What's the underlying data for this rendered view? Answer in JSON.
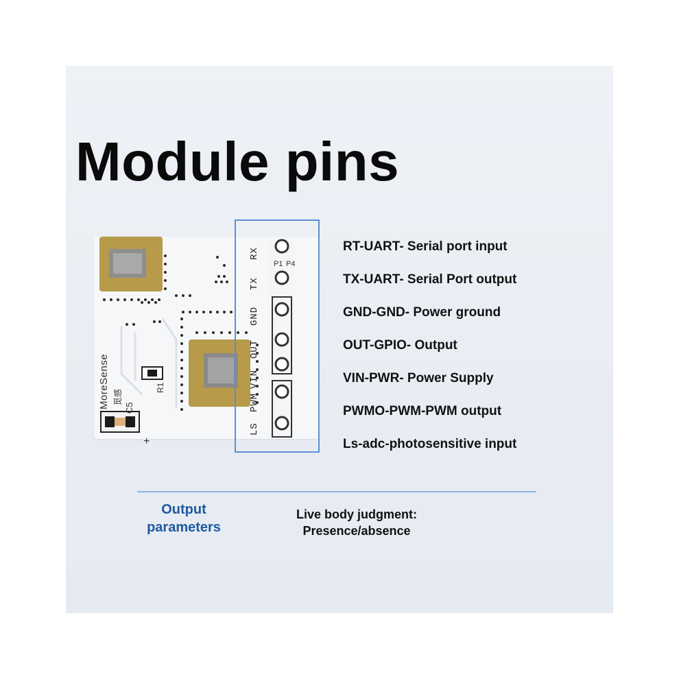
{
  "title": "Module pins",
  "board": {
    "brand": "MoreSense",
    "brand_cn": "觅感",
    "ref_c5": "C5",
    "ref_r1": "R1",
    "ref_p1": "P1",
    "ref_p4": "P4",
    "plus": "+",
    "silk_pins": [
      "RX",
      "TX",
      "GND",
      "OUT",
      "VIN",
      "PWM",
      "LS"
    ]
  },
  "pins": [
    "RT-UART- Serial port input",
    "TX-UART- Serial Port output",
    "GND-GND- Power ground",
    "OUT-GPIO- Output",
    "VIN-PWR- Power Supply",
    "PWMO-PWM-PWM output",
    "Ls-adc-photosensitive input"
  ],
  "output": {
    "label_line1": "Output",
    "label_line2": "parameters",
    "value_line1": "Live body judgment:",
    "value_line2": "Presence/absence"
  },
  "colors": {
    "highlight_box": "#5f8fd0",
    "output_label": "#1e5aa0",
    "divider": "#8fb2dc",
    "pad_gold": "#b79a4a",
    "chip": "#8c8c8c"
  }
}
